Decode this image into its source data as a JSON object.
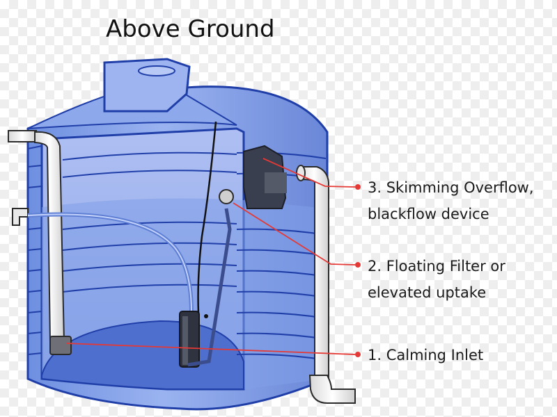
{
  "title": "Above Ground",
  "labels": {
    "skimming_line1": "3. Skimming Overflow,",
    "skimming_line2": "blackflow device",
    "floating_line1": "2. Floating Filter or",
    "floating_line2": "elevated uptake",
    "calming_line1": "1. Calming Inlet"
  },
  "colors": {
    "tank_fill": "#7f9ee8",
    "tank_outline": "#1f3ea8",
    "water": "#4f6fcf",
    "leader_line": "#e53935",
    "pipe_white": "#f3f3f3",
    "pipe_stroke": "#2a2a2a"
  }
}
